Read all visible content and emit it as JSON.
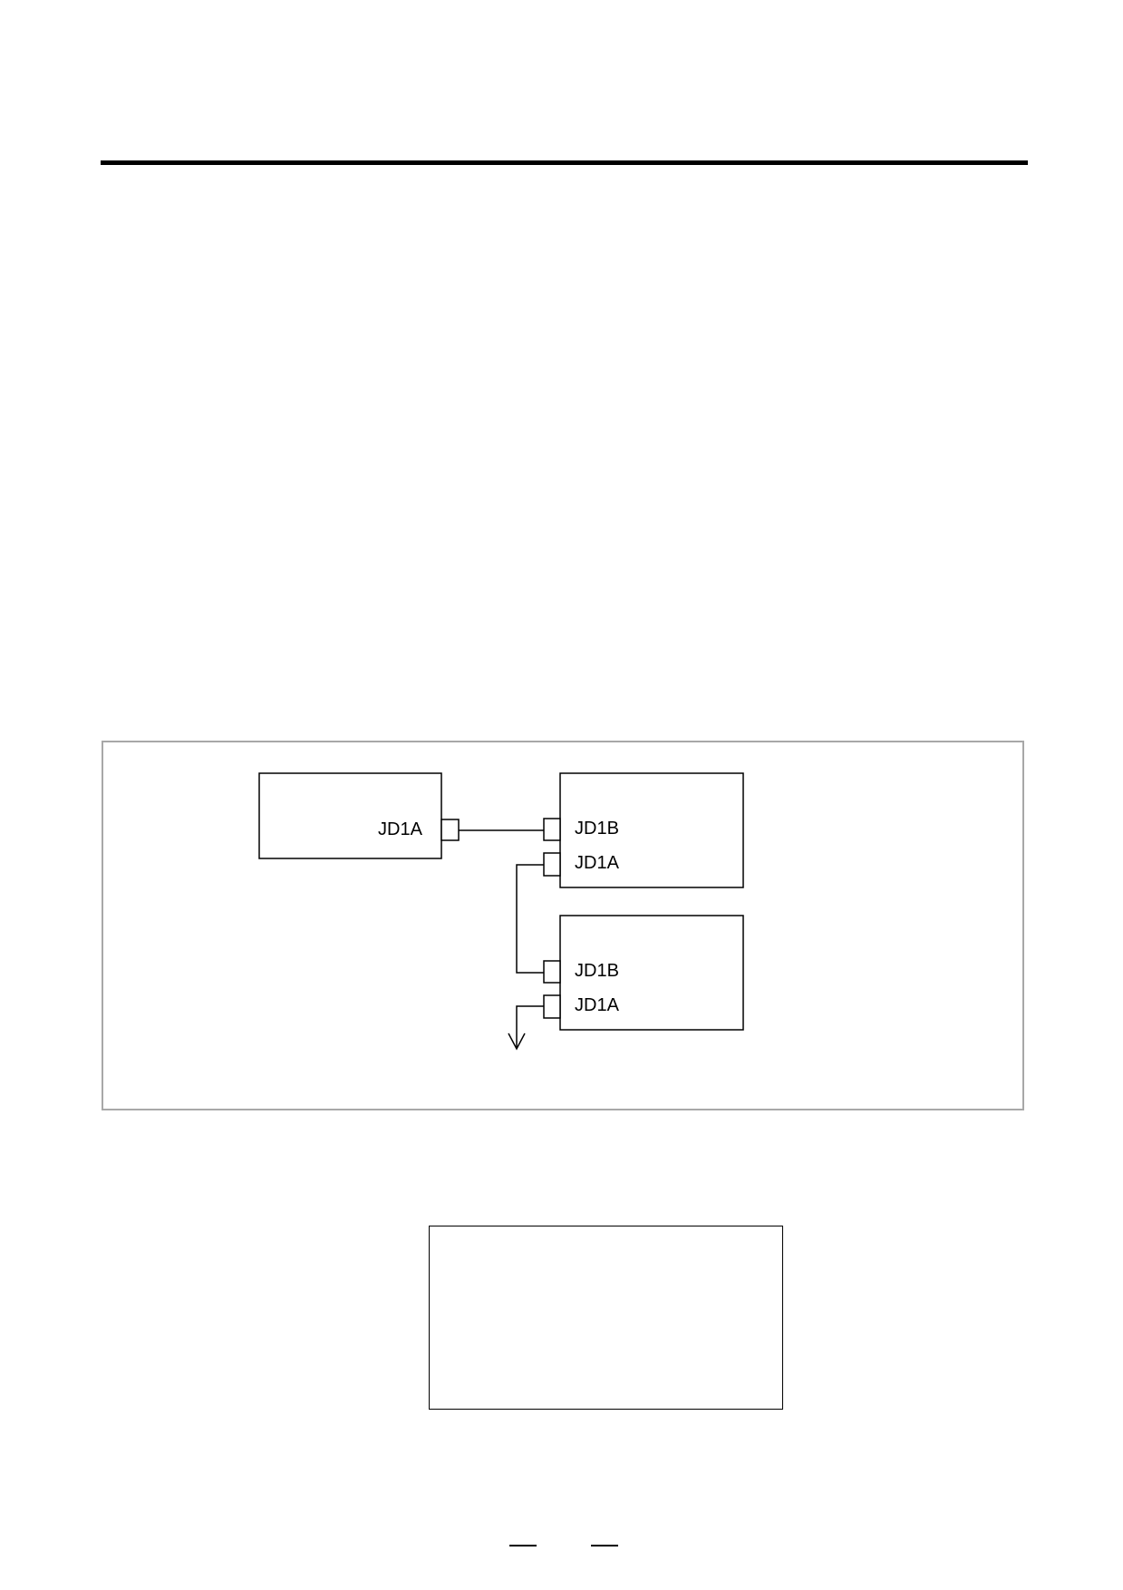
{
  "diagram": {
    "units": [
      {
        "id": "unit-a",
        "ports": [
          {
            "label": "JD1A"
          }
        ]
      },
      {
        "id": "unit-b",
        "ports": [
          {
            "label": "JD1B"
          },
          {
            "label": "JD1A"
          }
        ]
      },
      {
        "id": "unit-c",
        "ports": [
          {
            "label": "JD1B"
          },
          {
            "label": "JD1A"
          }
        ]
      }
    ],
    "connections": [
      {
        "from": "unit-a.JD1A",
        "to": "unit-b.JD1B"
      },
      {
        "from": "unit-b.JD1A",
        "to": "unit-c.JD1B"
      },
      {
        "from": "unit-c.JD1A",
        "to": "continues"
      }
    ]
  }
}
